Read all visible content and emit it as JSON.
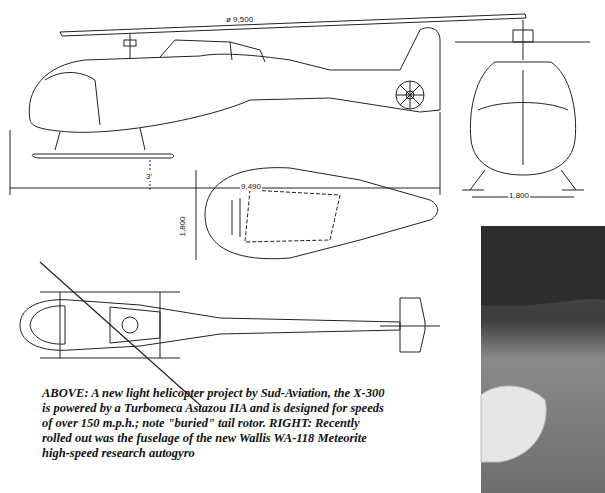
{
  "diagram": {
    "caption": "ABOVE: A new light helicopter project by Sud-Aviation, the X-300 is powered by a Turbomeca Astazou IIA and is designed for speeds of over 150 m.p.h.; note \"buried\" tail rotor. RIGHT: Recently rolled out was the fuselage of the new Wallis WA-118 Meteorite high-speed research autogyro",
    "labels": [
      "ø 9,500",
      "3'",
      "9,490",
      "1,800",
      "1,800"
    ]
  }
}
